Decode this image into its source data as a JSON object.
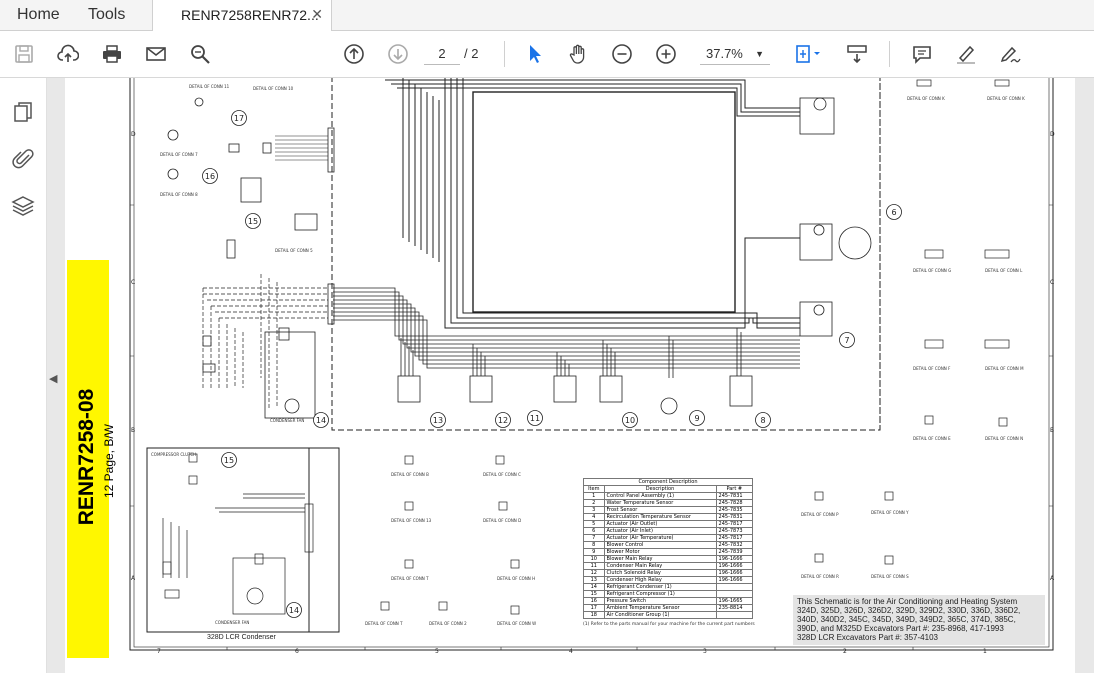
{
  "tabs": {
    "home": "Home",
    "tools": "Tools",
    "document": "RENR7258RENR72...",
    "close": "✕"
  },
  "toolbar": {
    "page_current": "2",
    "page_total": "/ 2",
    "zoom": "37.7%"
  },
  "document": {
    "binder_title": "RENR7258-08",
    "binder_subtitle": "12 Page, B/W",
    "table_title": "Component Description",
    "table_headers": [
      "Item",
      "Description",
      "Part #"
    ],
    "table_rows": [
      [
        "1",
        "Control Panel Assembly (1)",
        "245-7831"
      ],
      [
        "2",
        "Water Temperature Sensor",
        "245-7828"
      ],
      [
        "3",
        "Frost Sensor",
        "245-7835"
      ],
      [
        "4",
        "Recirculation Temperature Sensor",
        "245-7831"
      ],
      [
        "5",
        "Actuator (Air Outlet)",
        "245-7817"
      ],
      [
        "6",
        "Actuator (Air Inlet)",
        "245-7873"
      ],
      [
        "7",
        "Actuator (Air Temperature)",
        "245-7817"
      ],
      [
        "8",
        "Blower Control",
        "245-7832"
      ],
      [
        "9",
        "Blower Motor",
        "245-7839"
      ],
      [
        "10",
        "Blower Main Relay",
        "196-1666"
      ],
      [
        "11",
        "Condenser Main Relay",
        "196-1666"
      ],
      [
        "12",
        "Clutch Solenoid Relay",
        "196-1666"
      ],
      [
        "13",
        "Condenser High Relay",
        "196-1666"
      ],
      [
        "14",
        "Refrigerant Condenser (1)",
        ""
      ],
      [
        "15",
        "Refrigerant Compressor (1)",
        ""
      ],
      [
        "16",
        "Pressure Switch",
        "196-1665"
      ],
      [
        "17",
        "Ambient Temperature Sensor",
        "235-8814"
      ],
      [
        "18",
        "Air Conditioner Group (1)",
        ""
      ]
    ],
    "footnote": "(1) Refer to the parts manual for your machine for the current part numbers",
    "info_lines": [
      "This Schematic is for the Air Conditioning and Heating System",
      "324D, 325D, 326D, 326D2, 329D, 329D2, 330D, 336D, 336D2,",
      "340D, 340D2, 345C, 345D, 349D, 349D2, 365C, 374D, 385C,",
      "390D, and M325D Excavators Part #: 235-8968, 417-1993",
      "328D LCR Excavators Part #: 357-4103"
    ],
    "lcr_label": "328D LCR Condenser",
    "callouts": [
      "17",
      "16",
      "15",
      "14",
      "13",
      "12",
      "11",
      "10",
      "9",
      "8",
      "7",
      "6",
      "15",
      "14"
    ],
    "grid_numbers": [
      "7",
      "6",
      "5",
      "4",
      "3",
      "2",
      "1"
    ],
    "grid_letters": [
      "D",
      "C",
      "B",
      "A"
    ]
  }
}
